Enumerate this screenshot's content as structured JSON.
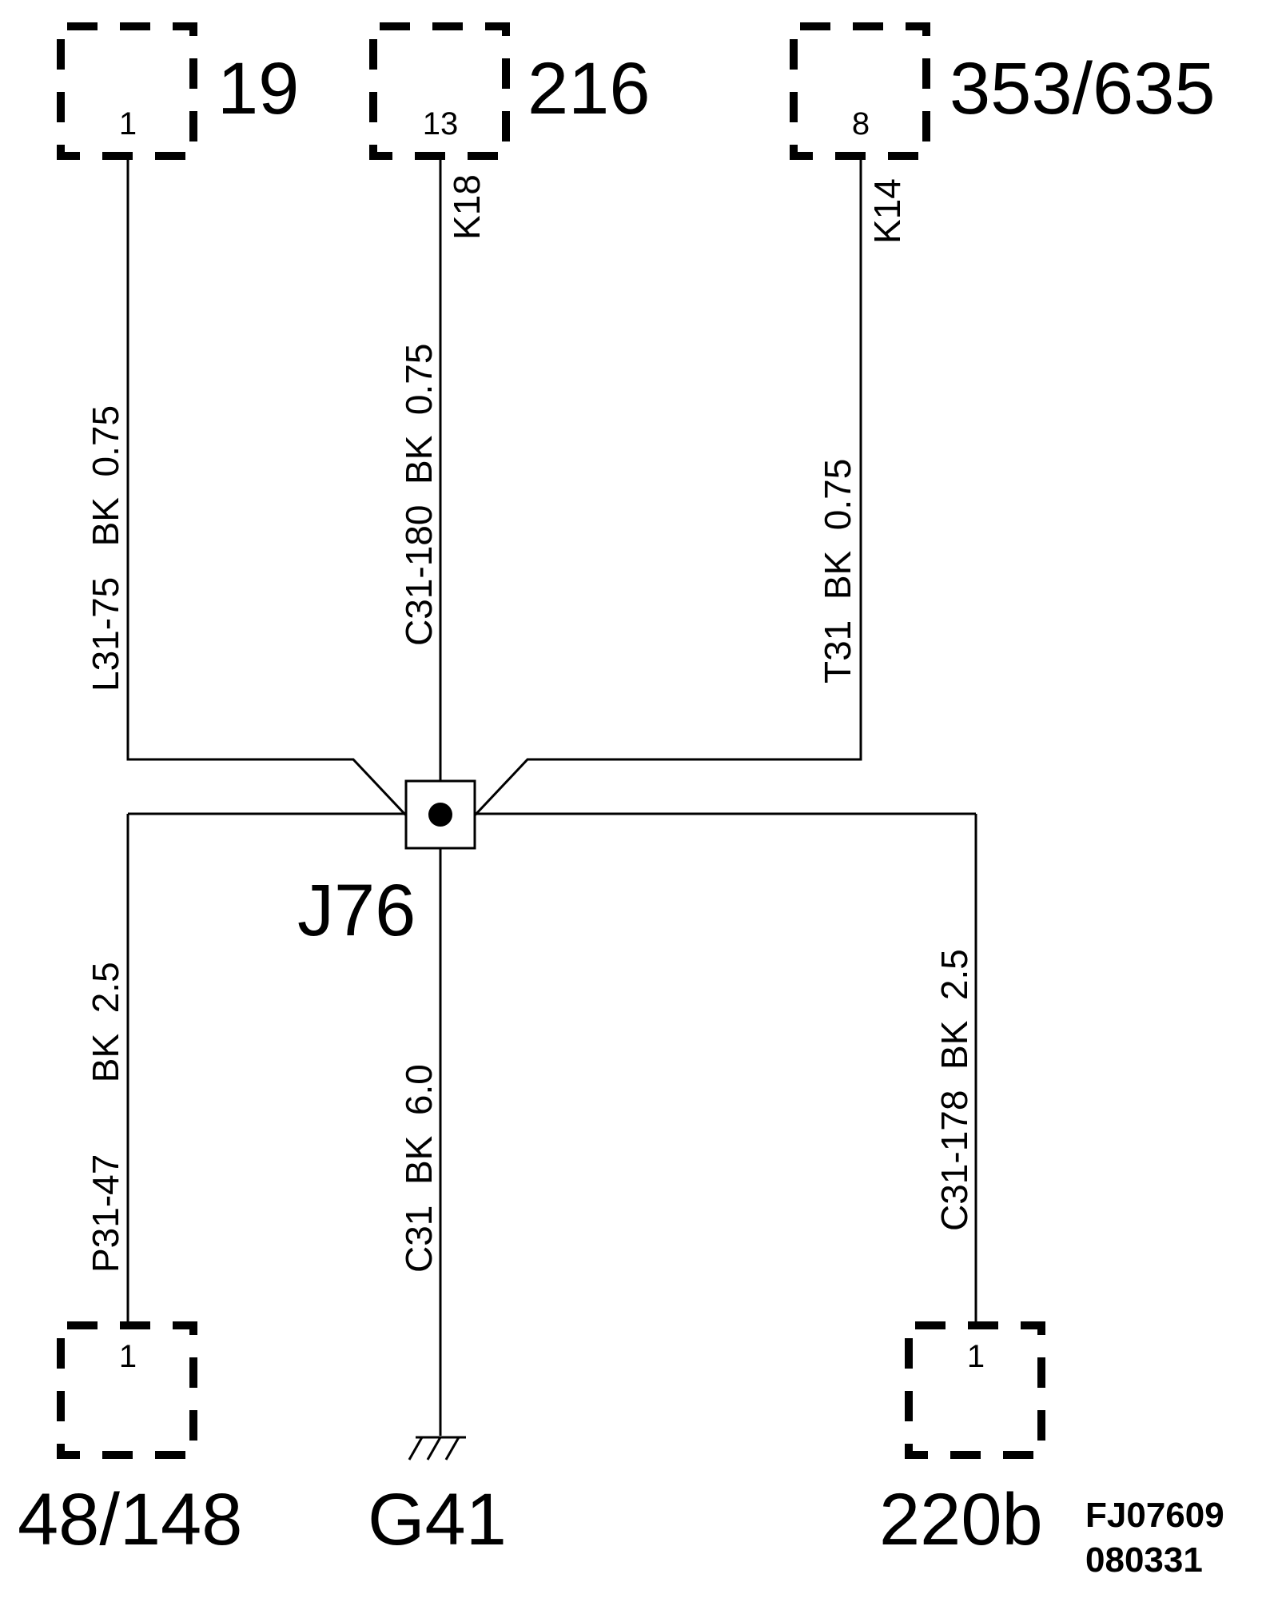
{
  "connectors": {
    "c19": {
      "name": "19",
      "pin": "1"
    },
    "c216": {
      "name": "216",
      "pin": "13"
    },
    "c353": {
      "name": "353/635",
      "pin": "8"
    },
    "c48": {
      "name": "48/148",
      "pin": "1"
    },
    "c220b": {
      "name": "220b",
      "pin": "1"
    }
  },
  "wires": {
    "w19": "L31-75   BK  0.75",
    "w216": "C31-180  BK  0.75",
    "w216_pin": "K18",
    "w353": "T31  BK  0.75",
    "w353_pin": "K14",
    "w48": "P31-47       BK  2.5",
    "wg41": "C31  BK  6.0",
    "w220b": "C31-178  BK  2.5"
  },
  "splice": {
    "name": "J76"
  },
  "ground": {
    "name": "G41"
  },
  "footer": {
    "code": "FJ07609",
    "date": "080331"
  }
}
